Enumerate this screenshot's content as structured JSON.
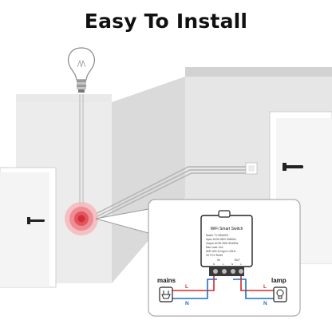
{
  "header": {
    "title": "Easy To Install"
  },
  "device": {
    "name": "WiFi Smart Switch",
    "spec_lines": [
      "Model: TY-ZSW200",
      "Input: AC90-250V 50/60Hz",
      "Output: AC90-250V 50/60Hz",
      "Max Load: 10A",
      "WiFi: 802.11 b/g/n 2.4GHz",
      "CE FCC RoHS"
    ],
    "terminal_in": "IN",
    "terminal_out": "OUT",
    "terminal_n1": "N",
    "terminal_l1": "L",
    "terminal_n2": "N",
    "terminal_l2": "L"
  },
  "wiring": {
    "mains_label": "mains",
    "lamp_label": "lamp",
    "mains_L": "L",
    "mains_N": "N",
    "lamp_L": "L",
    "lamp_N": "N",
    "colors": {
      "live": "#d62828",
      "neutral": "#1e6fc4"
    }
  },
  "icons": [
    "light-bulb-icon",
    "plug-icon",
    "lamp-icon",
    "door-handle-icon",
    "wall-switch-icon"
  ]
}
